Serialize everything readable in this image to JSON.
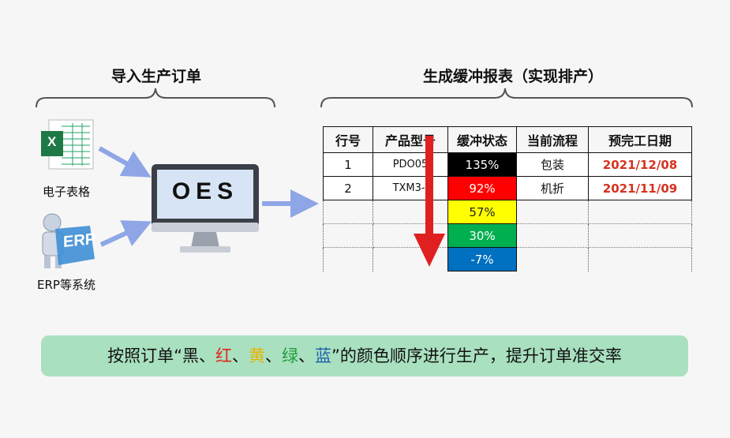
{
  "left_section": {
    "heading": "导入生产订单",
    "excel_label": "电子表格",
    "excel_glyph": "X",
    "erp_label": "ERP等系统",
    "erp_glyph": "ERP"
  },
  "center": {
    "monitor_text": "OES"
  },
  "right_section": {
    "heading": "生成缓冲报表（实现排产）",
    "table": {
      "headers": [
        "行号",
        "产品型号",
        "缓冲状态",
        "当前流程",
        "预完工日期"
      ],
      "rows": [
        {
          "no": "1",
          "model": "PDO05",
          "status": "135%",
          "process": "包装",
          "date": "2021/12/08"
        },
        {
          "no": "2",
          "model": "TXM3-I",
          "status": "92%",
          "process": "机折",
          "date": "2021/11/09"
        }
      ],
      "extra_statuses": [
        "57%",
        "30%",
        "-7%"
      ]
    },
    "status_colors": [
      "#000000",
      "#ff0000",
      "#ffff00",
      "#00b050",
      "#0070c0"
    ]
  },
  "banner": {
    "prefix": "按照订单“",
    "black": "黑",
    "sep1": "、",
    "red": "红",
    "sep2": "、",
    "yellow": "黄",
    "sep3": "、",
    "green": "绿",
    "sep4": "、",
    "blue": "蓝",
    "suffix": "”的颜色顺序进行生产，提升订单准交率",
    "colors": {
      "red": "#e0251b",
      "yellow": "#e8b400",
      "green": "#1f9d3c",
      "blue": "#1f5fae"
    }
  }
}
